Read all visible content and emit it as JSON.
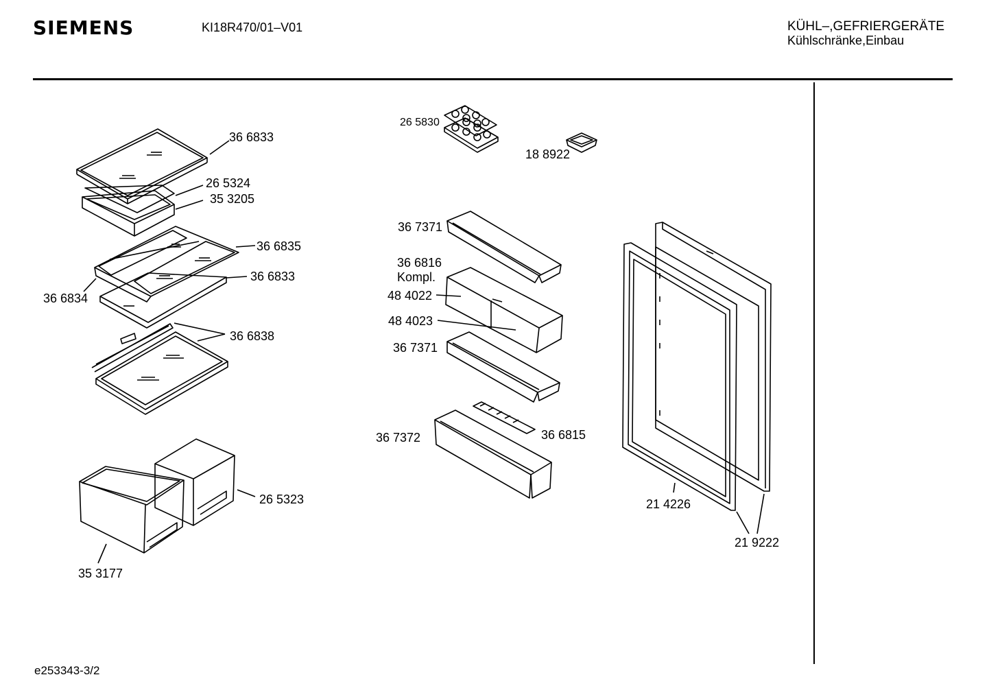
{
  "header": {
    "brand": "SIEMENS",
    "model": "KI18R470/01–V01",
    "category_line1": "KÜHL–,GEFRIERGERÄTE",
    "category_line2": "Kühlschränke,Einbau"
  },
  "footer": {
    "doc_id": "e253343-3/2"
  },
  "parts": [
    {
      "id": "p01",
      "number": "36 6833"
    },
    {
      "id": "p02",
      "number": "26 5324"
    },
    {
      "id": "p03",
      "number": "35 3205"
    },
    {
      "id": "p04",
      "number": "36 6835"
    },
    {
      "id": "p05",
      "number": "36 6833"
    },
    {
      "id": "p06",
      "number": "36 6834"
    },
    {
      "id": "p07",
      "number": "36 6838"
    },
    {
      "id": "p08",
      "number": "26 5323"
    },
    {
      "id": "p09",
      "number": "35 3177"
    },
    {
      "id": "p10",
      "number": "26 5830"
    },
    {
      "id": "p11",
      "number": "18 8922"
    },
    {
      "id": "p12",
      "number": "36 7371"
    },
    {
      "id": "p13",
      "number": "36 6816"
    },
    {
      "id": "p14",
      "number": "Kompl."
    },
    {
      "id": "p15",
      "number": "48 4022"
    },
    {
      "id": "p16",
      "number": "48 4023"
    },
    {
      "id": "p17",
      "number": "36 7371"
    },
    {
      "id": "p18",
      "number": "36 7372"
    },
    {
      "id": "p19",
      "number": "36 6815"
    },
    {
      "id": "p20",
      "number": "21 4226"
    },
    {
      "id": "p21",
      "number": "21 9222"
    }
  ]
}
